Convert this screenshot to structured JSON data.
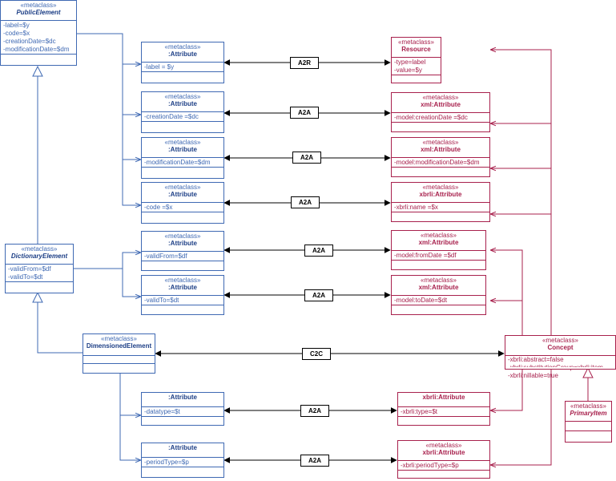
{
  "colors": {
    "source": "#3f69b3",
    "target": "#a8214d",
    "connector": "#000000"
  },
  "left_classes": [
    {
      "stereotype": "«metaclass»",
      "name": "PublicElement",
      "attrs": [
        "-label=$y",
        "-code=$x",
        "-creationDate=$dc",
        "-modificationDate=$dm"
      ]
    },
    {
      "stereotype": "«metaclass»",
      "name": "DictionaryElement",
      "attrs": [
        "-validFrom=$df",
        "-validTo=$dt"
      ]
    },
    {
      "stereotype": "«metaclass»",
      "name": "DimensionedElement",
      "attrs": []
    }
  ],
  "source_attributes": [
    {
      "stereotype": "«metaclass»",
      "name": ":Attribute",
      "attr": "-label = $y"
    },
    {
      "stereotype": "«metaclass»",
      "name": ":Attribute",
      "attr": "-creationDate =$dc"
    },
    {
      "stereotype": "«metaclass»",
      "name": ":Attribute",
      "attr": "-modificationDate=$dm"
    },
    {
      "stereotype": "«metaclass»",
      "name": ":Attribute",
      "attr": "-code =$x"
    },
    {
      "stereotype": "«metaclass»",
      "name": ":Attribute",
      "attr": "-validFrom=$df"
    },
    {
      "stereotype": "«metaclass»",
      "name": ":Attribute",
      "attr": "-validTo=$dt"
    },
    {
      "stereotype": "",
      "name": ":Attribute",
      "attr": "-datatype=$t"
    },
    {
      "stereotype": "",
      "name": ":Attribute",
      "attr": "-periodType=$p"
    }
  ],
  "target_classes": [
    {
      "stereotype": "«metaclass»",
      "name": "Resource",
      "attrs": [
        "-type=label",
        "-value=$y"
      ]
    },
    {
      "stereotype": "«metaclass»",
      "name": "xml:Attribute",
      "attrs": [
        "-model:creationDate =$dc"
      ]
    },
    {
      "stereotype": "«metaclass»",
      "name": "xml:Attribute",
      "attrs": [
        "-model:modificationDate=$dm"
      ]
    },
    {
      "stereotype": "«metaclass»",
      "name": "xbrli:Attribute",
      "attrs": [
        "-xbrli:name =$x"
      ]
    },
    {
      "stereotype": "«metaclass»",
      "name": "xml:Attribute",
      "attrs": [
        "-model:fromDate =$df"
      ]
    },
    {
      "stereotype": "«metaclass»",
      "name": "xml:Attribute",
      "attrs": [
        "-model:toDate=$dt"
      ]
    },
    {
      "stereotype": "",
      "name": "xbrli:Attribute",
      "attrs": [
        "-xbrli:type=$t"
      ]
    },
    {
      "stereotype": "«metaclass»",
      "name": "xbrli:Attribute",
      "attrs": [
        "-xbrli:periodType=$p"
      ]
    }
  ],
  "concept": {
    "stereotype": "«metaclass»",
    "name": "Concept",
    "attrs": [
      "-xbrli:abstract=false",
      "-xbrli:substitutionGroup=xbrli:item",
      "-xbrli:nillable=true"
    ]
  },
  "primary_item": {
    "stereotype": "«metaclass»",
    "name": "PrimaryItem"
  },
  "mappings": [
    "A2R",
    "A2A",
    "A2A",
    "A2A",
    "A2A",
    "A2A",
    "C2C",
    "A2A",
    "A2A"
  ]
}
